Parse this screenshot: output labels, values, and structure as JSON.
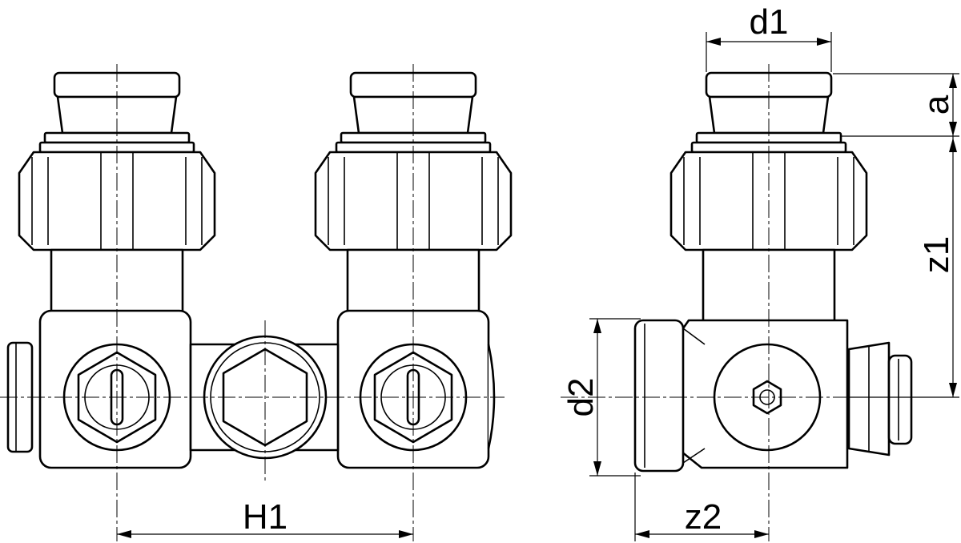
{
  "dimensions": {
    "d1": "d1",
    "a": "a",
    "z1": "z1",
    "d2": "d2",
    "z2": "z2",
    "H1": "H1"
  }
}
